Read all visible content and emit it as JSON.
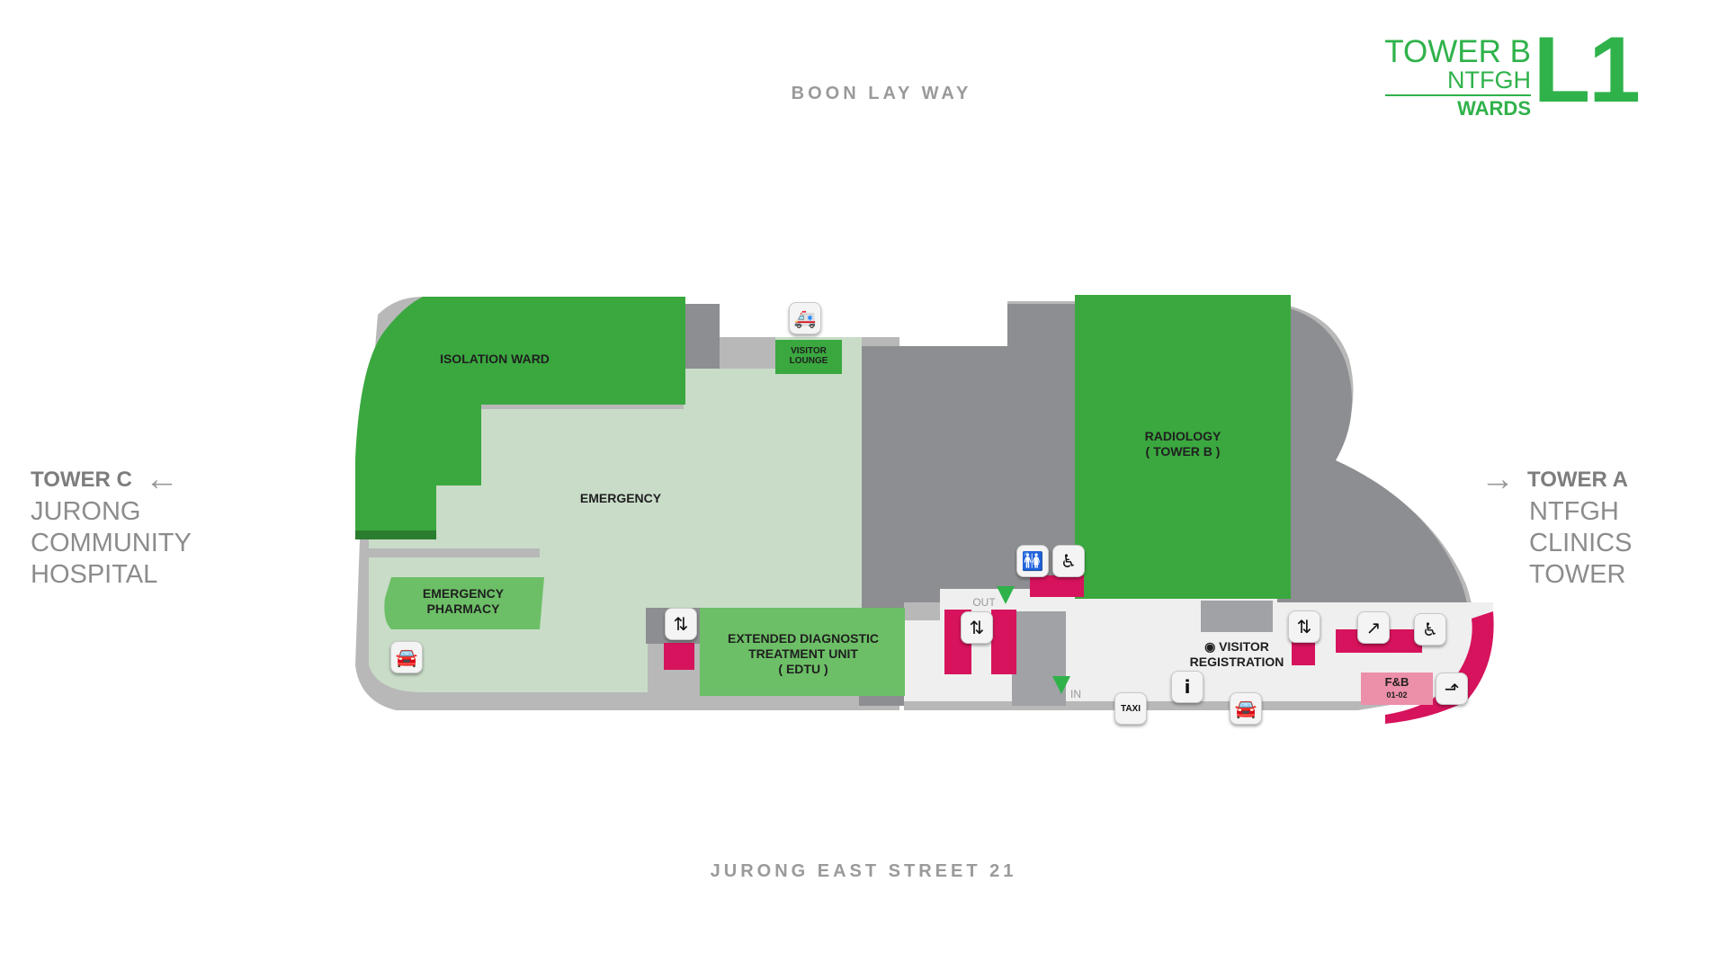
{
  "header": {
    "tower": "TOWER B",
    "hospital": "NTFGH",
    "section": "WARDS",
    "level": "L1"
  },
  "streets": {
    "north": "BOON LAY WAY",
    "south": "JURONG EAST STREET 21"
  },
  "west_exit": {
    "title": "TOWER C",
    "lines": [
      "JURONG",
      "COMMUNITY",
      "HOSPITAL"
    ],
    "arrow": "left-arrow-icon"
  },
  "east_exit": {
    "title": "TOWER A",
    "lines": [
      "NTFGH",
      "CLINICS",
      "TOWER"
    ],
    "arrow": "right-arrow-icon"
  },
  "rooms": {
    "isolation_ward": "ISOLATION WARD",
    "visitor_lounge_1": "VISITOR",
    "visitor_lounge_2": "LOUNGE",
    "emergency": "EMERGENCY",
    "emergency_pharmacy_1": "EMERGENCY",
    "emergency_pharmacy_2": "PHARMACY",
    "edtu_1": "EXTENDED DIAGNOSTIC",
    "edtu_2": "TREATMENT UNIT",
    "edtu_3": "( EDTU )",
    "radiology_1": "RADIOLOGY",
    "radiology_2": "( TOWER B )",
    "visitor_registration_1": "◉ VISITOR",
    "visitor_registration_2": "REGISTRATION",
    "fnb": "F&B",
    "fnb_unit": "01-02",
    "out_label": "OUT",
    "in_label": "IN"
  },
  "icons": {
    "ambulance": "ambulance-icon",
    "lift": "lift-icon",
    "toilet": "toilet-icon",
    "accessible": "accessible-icon",
    "escalator": "escalator-icon",
    "stairs": "stairs-icon",
    "info": "i",
    "taxi": "TAXI",
    "drop_off": "drop-off-icon"
  },
  "colors": {
    "brand_green": "#2fb24a",
    "room_green": "#3aa83f",
    "light_green": "#6cbf66",
    "emergency_fill": "#c9dcc8",
    "grey_block": "#8c8e91",
    "floor_light": "#efefef",
    "magenta": "#d6135c",
    "fnb_pink": "#ec8fa8"
  }
}
